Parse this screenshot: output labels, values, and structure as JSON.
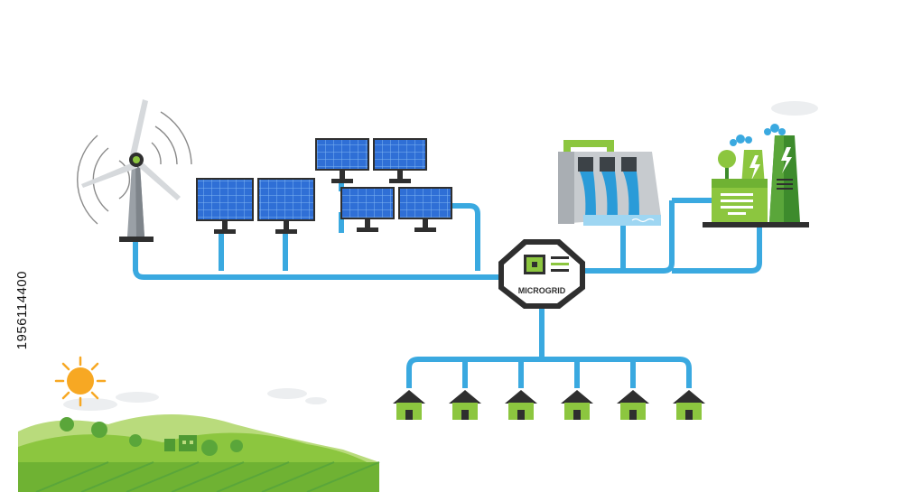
{
  "stock_id": "1956114400",
  "microgrid": {
    "label": "MICROGRID"
  },
  "colors": {
    "pipe": "#3aa9e0",
    "panel": "#2f6fd6",
    "green": "#8cc63f",
    "dark_green": "#3d8b2c",
    "dark": "#2f2f2f",
    "gray": "#9aa0a6",
    "sun": "#f7a823"
  },
  "icons": {
    "wind": "wind-turbine-icon",
    "solar": "solar-panel-icon",
    "hydro": "hydro-dam-icon",
    "factory": "power-plant-icon",
    "house": "house-icon",
    "controller": "microgrid-controller-icon"
  },
  "solar_panel_count": 6,
  "house_count": 6
}
